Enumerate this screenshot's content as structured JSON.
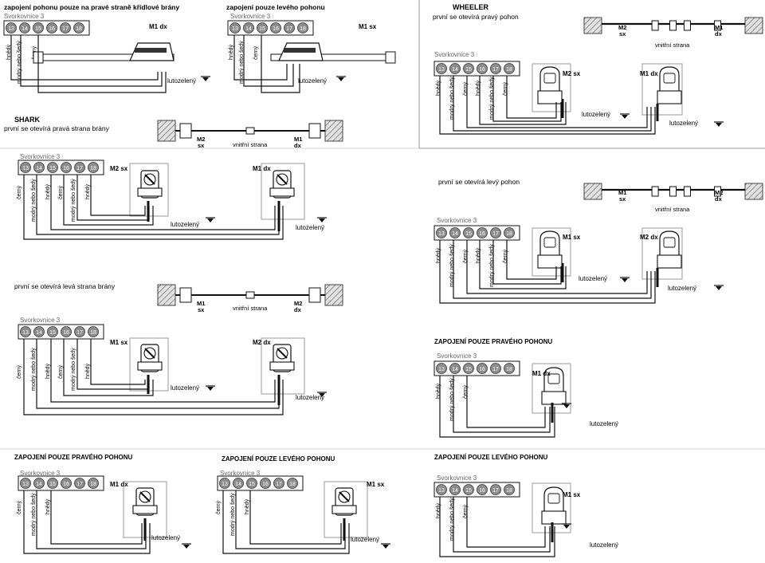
{
  "labels": {
    "terminal_block": "Svorkovnice 3",
    "terminals": [
      "13",
      "14",
      "15",
      "16",
      "17",
      "18"
    ],
    "earth_wire": "lutozelený",
    "inner_side": "vnitřní strana"
  },
  "wire_colors": {
    "brown": "hnědý",
    "blue_or_gray": "modrý nebo šedý",
    "black": "černý"
  },
  "motors": {
    "m1_dx": "M1 dx",
    "m1_sx": "M1 sx",
    "m2_sx": "M2 sx",
    "m2_dx": "M2 dx",
    "m1": "M1",
    "m2": "M2",
    "dx": "dx",
    "sx": "sx"
  },
  "titles": {
    "right_leaf_only": "zapojení pohonu pouze na pravé straně křídlové brány",
    "left_only": "zapojení pouze levého pohonu",
    "wheeler": "WHEELER",
    "wheeler_right_first": "první se otevírá pravý pohon",
    "shark": "SHARK",
    "shark_right_first": "první se otevírá pravá strana brány",
    "left_motor_first": "první se otevírá levý pohon",
    "left_side_first": "první se otevírá levá strana brány",
    "wiring_right_only": "ZAPOJENÍ POUZE PRAVÉHO POHONU",
    "wiring_left_only": "ZAPOJENÍ POUZE LEVÉHO POHONU"
  },
  "colors": {
    "line": "#111111",
    "terminal_fill": "#8c8c8c",
    "panel_border": "#9a9a9a",
    "wall_fill": "#d9d9d9"
  }
}
